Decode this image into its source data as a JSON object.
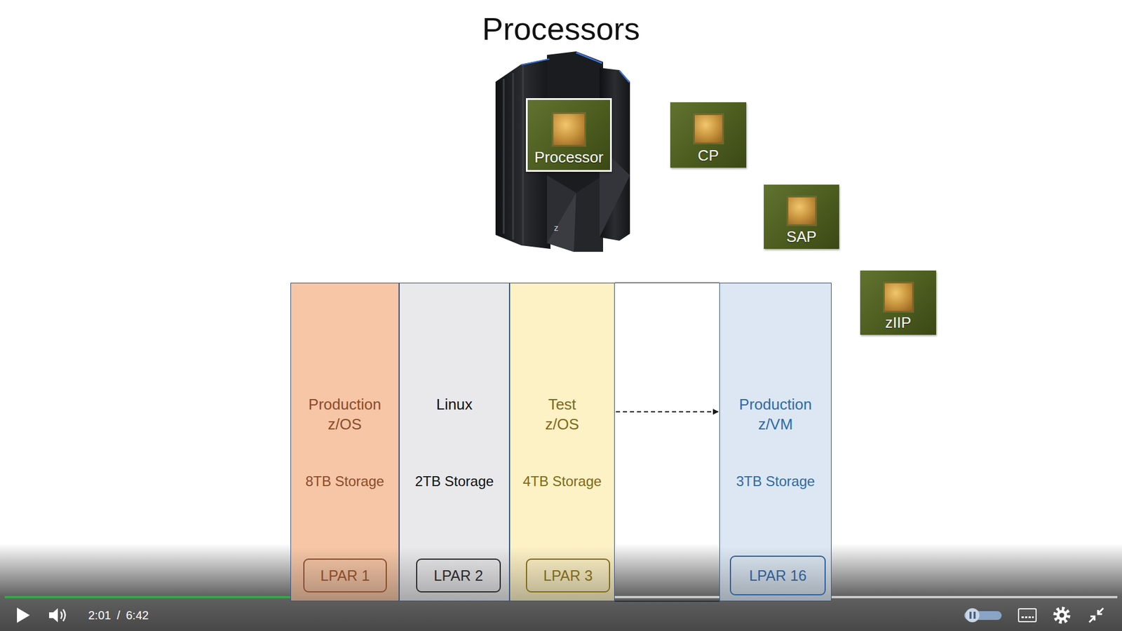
{
  "diagram": {
    "title": "Processors",
    "nodes": [
      {
        "text": [
          "Processor"
        ]
      },
      {
        "text": [
          "CP"
        ]
      },
      {
        "text": [
          "SAP"
        ]
      },
      {
        "text": [
          "zIIP"
        ]
      },
      {
        "text": [
          "Production z/OS",
          "8TB Storage"
        ]
      },
      {
        "text": [
          "LPAR 1"
        ],
        "in": 4
      },
      {
        "text": [
          "Linux",
          "2TB Storage"
        ]
      },
      {
        "text": [
          "LPAR 2"
        ],
        "in": 6
      },
      {
        "text": [
          "Test z/OS",
          "4TB Storage"
        ]
      },
      {
        "text": [
          "LPAR 3"
        ],
        "in": 8
      },
      {
        "text": [
          "Production z/VM",
          "3TB Storage"
        ]
      },
      {
        "text": [
          "LPAR 16"
        ],
        "in": 10
      }
    ],
    "edges": [
      {
        "from": 8,
        "to": 10,
        "arrow": "to"
      }
    ],
    "labels": [
      "z",
      "2:01",
      "/",
      "6:42"
    ]
  }
}
